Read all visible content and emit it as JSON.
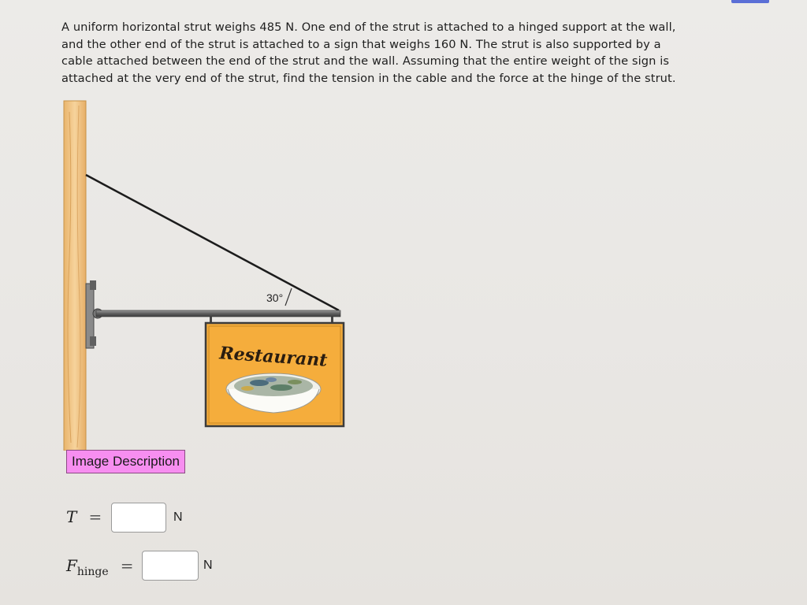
{
  "question": {
    "lines": [
      "A uniform horizontal strut weighs 485 N. One end of the strut is attached to a hinged support at the wall,",
      "and the other end of the strut is attached to a sign that weighs 160 N. The strut is also supported by a",
      "cable attached between the end of the strut and the wall. Assuming that the entire weight of the sign is",
      "attached at the very end of the strut, find the tension in the cable and the force at the hinge of the strut."
    ]
  },
  "figure": {
    "angle_label": "30°",
    "sign_text": "Restaurant"
  },
  "image_description_label": "Image Description",
  "answers": {
    "tension": {
      "symbol": "T",
      "equals": "=",
      "value": "",
      "unit": "N"
    },
    "hinge": {
      "symbol": "F",
      "subscript": "hinge",
      "equals": "=",
      "value": "",
      "unit": "N"
    }
  },
  "colors": {
    "wall": "#f3c888",
    "sign_background": "#f5ad3c",
    "image_description_bg": "#f78ef0",
    "accent": "#5b6fd6"
  }
}
